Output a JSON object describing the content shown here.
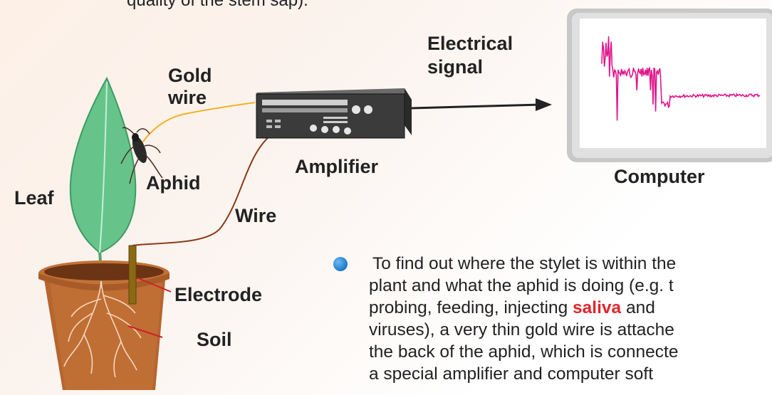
{
  "top_caption": "quality of the stem sap).",
  "labels": {
    "electrical_signal_1": "Electrical",
    "electrical_signal_2": "signal",
    "gold_wire_1": "Gold",
    "gold_wire_2": "wire",
    "amplifier": "Amplifier",
    "computer": "Computer",
    "aphid": "Aphid",
    "leaf": "Leaf",
    "wire": "Wire",
    "electrode": "Electrode",
    "soil": "Soil"
  },
  "body": {
    "line1": "To find out where the stylet is within the",
    "line2": "plant and what the aphid is doing (e.g. t",
    "line3a": "probing, feeding, injecting ",
    "line3_highlight": "saliva",
    "line3b": " and",
    "line4": "viruses), a very thin gold wire is attache",
    "line5": "the back of the aphid, which is connecte",
    "line6": "a special amplifier and computer soft"
  },
  "colors": {
    "signal_trace": "#e0158c",
    "highlight": "#e0262c",
    "leaf": "#66c48a",
    "pot": "#b5652f",
    "gold_wire": "#f2b01e",
    "wire": "#8b3a14",
    "bullet": "#1f78c8"
  }
}
